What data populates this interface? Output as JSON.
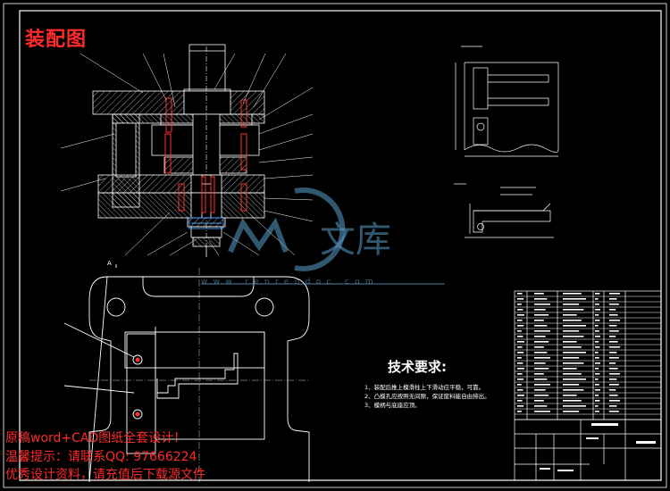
{
  "drawing": {
    "title": "装配图",
    "tech_requirements": {
      "title": "技术要求:",
      "items": [
        "1、装配后推上模滑柱上下滑动应平稳，可靠。",
        "2、凸模孔应按照无间隙，保证废料能自由排出。",
        "3、模柄与底座应顶。"
      ]
    },
    "section_label": "A",
    "watermark": {
      "brand": "文库",
      "url": "www.renrendoc.com"
    },
    "promo": {
      "line1": "原稿word+CAD图纸全套设计！",
      "line2": "温馨提示：请联系QQ: 97666224",
      "line3": "优秀设计资料，请充值后下载源文件"
    }
  },
  "colors": {
    "background": "#000000",
    "line": "#ffffff",
    "title_red": "#ff2a2a",
    "watermark_blue": "#5aa0cc"
  }
}
